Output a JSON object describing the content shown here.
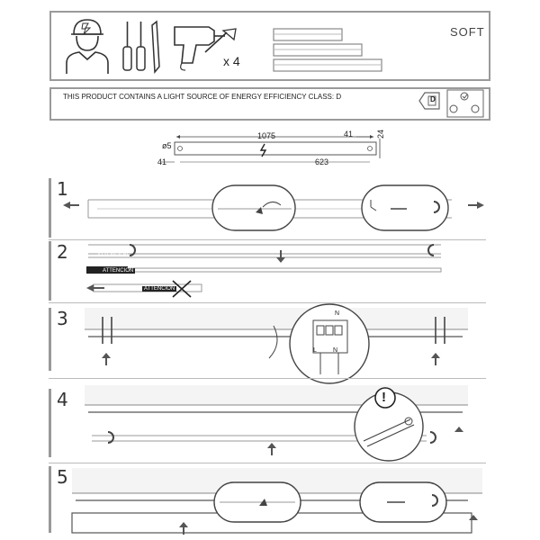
{
  "header": {
    "model_name": "SOFT",
    "screw_count": "x 4"
  },
  "energy": {
    "statement": "THIS PRODUCT CONTAINS A LIGHT SOURCE OF ENERGY EFFICIENCY CLASS: D",
    "class_letter": "D"
  },
  "dimensions": {
    "length": "1075",
    "end_offset": "41",
    "height": "24",
    "hole": "ø5",
    "left_offset": "41",
    "center_span": "623"
  },
  "steps": [
    {
      "number": "1"
    },
    {
      "number": "2",
      "warning_label": "ATTENCION",
      "warning_label_2": "ATTENCION",
      "warning_label_3": "ATTENCION"
    },
    {
      "number": "3",
      "terminal_n": "N",
      "terminal_l": "L",
      "terminal_n2": "N"
    },
    {
      "number": "4",
      "alert": "!"
    },
    {
      "number": "5"
    }
  ]
}
